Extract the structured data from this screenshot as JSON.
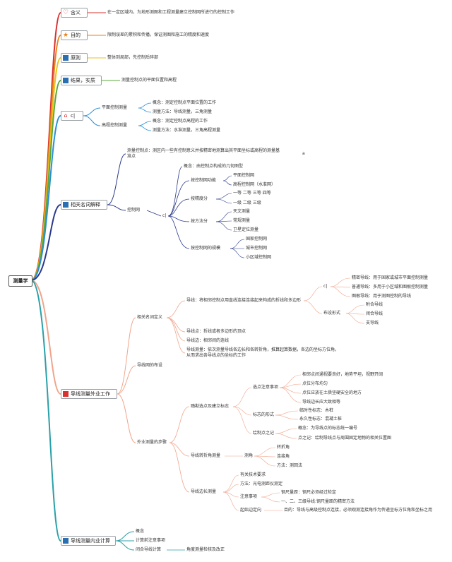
{
  "root": "测量学",
  "branches": {
    "hanyi": {
      "label": "含义",
      "icon": "heart-icon",
      "desc": "在一定区域内，为地形测图和工程测量建立控制网所进行的控制工作"
    },
    "mudi": {
      "label": "目的",
      "icon": "star-icon",
      "desc": "限制误差的累积和传播，保证测图和施工的精度和速度"
    },
    "yuanze": {
      "label": "原则",
      "icon": "blue-square-icon",
      "desc": "整体到局部，先控制后碎部"
    },
    "jieguo": {
      "label": "结果，实质",
      "icon": "blue-square-icon",
      "desc": "测量控制点的平面位置和高程"
    },
    "home": {
      "label": "c|",
      "icon": "home-icon",
      "items": [
        {
          "label": "平面控制测量",
          "sub": [
            "概念：测定控制点平面位置的工作",
            "测量方法：导线测量，三角测量"
          ]
        },
        {
          "label": "高程控制测量",
          "sub": [
            "概念：测定控制点高程的工作",
            "测量方法：水准测量，三角高程测量"
          ]
        }
      ]
    },
    "xiangguan": {
      "label": "相关名词解释",
      "icon": "blue-square-icon",
      "kzd": "测量控制点：测区内一些有控制意义并按精密地测算出其平面坐标或高程的测量基准点",
      "kzd_marker": "a",
      "kzw": "控制网",
      "kzw_marker": "c|",
      "gainian": "概念：由控制点构成的几何图型",
      "groups": [
        {
          "label": "按控制网功能",
          "items": [
            "平面控制网",
            "高程控制网（水准网）"
          ]
        },
        {
          "label": "按精度分",
          "items": [
            "一等 二等 三等 四等",
            "一级 二级 三级"
          ]
        },
        {
          "label": "按方法分",
          "items": [
            "天文测量",
            "常规测量",
            "卫星定位测量"
          ]
        },
        {
          "label": "按控制网的规模",
          "items": [
            "国家控制网",
            "城市控制网",
            "小区域控制网"
          ]
        }
      ]
    },
    "waiye": {
      "label": "导线测量外业工作",
      "icon": "red-square-icon",
      "xgmc": "相关名词定义",
      "daoxian": "导线：将相邻控制点用直线连接连接起来构成的折线和多边形",
      "dx_marker": "c|",
      "kinds": [
        "精密导线：用于国家或城市平面控制测量",
        "普通导线：多用于小区域和图根控制测量",
        "图根导线：用于测图控制的导线"
      ],
      "buzhe": "布设形式",
      "forms": [
        "附合导线",
        "闭合导线",
        "支导线"
      ],
      "dxd": "导线点：折线或者多边形的顶点",
      "dxb": "导线边：相邻间的连线",
      "dxcl": "导线测量：依次测量导线各边长和各转折角，推算起算数据，各边的坐标方位角，从而求出各导线点的坐标的工作",
      "buzhi": "导线网的布设",
      "buzhou": "外业测量的步骤",
      "taxuan": "踏勘选点及建立标志",
      "xdzy": "选点注意事项",
      "xdzy_items": [
        "相邻点间通视要良好，地势平坦，视野开阔",
        "点位分布均匀",
        "点位应放在土质坚硬安全的地方",
        "导线边长应大致相等"
      ],
      "bzxs": "标志的形式",
      "bzxs_items": [
        "临时性标志：木桩",
        "永久性标志：混凝土桩"
      ],
      "hzd": "绘制点之记",
      "hzd_items": [
        "概念：为导线点的标志统一编号",
        "点之记：绘制导线点与周围固定地物的相关位置图"
      ],
      "zhejiao": "导线转折角测量",
      "cejiao": "测角",
      "cejiao_items": [
        "转折角",
        "连接角",
        "方法：测回法"
      ],
      "bianchang": "导线边长测量",
      "bc_items": [
        "有关技术要求",
        "方法：光电测距仪测定"
      ],
      "zysx": "注意事项",
      "zysx_items": [
        "钢尺量距：钢尺必须经过检定",
        "一、二、三级导线:钢尺量距的精密方法"
      ],
      "qsdx": "起始边定向",
      "qsdx_desc": "目的：导线与高级控制点连接，必须观测连接角作为传递坐标方位角和坐标之用"
    },
    "neiye": {
      "label": "导线测量内业计算",
      "icon": "blue-square-icon",
      "items": [
        "概念",
        "计算前注意事项",
        "闭合导线计算"
      ],
      "jiaodu": "角度测量检核及改正"
    }
  },
  "colors": {
    "red": "#d9312f",
    "orange": "#e6851c",
    "yellow": "#e8c21c",
    "green": "#5aa83a",
    "purple": "#8c3aa8",
    "blue": "#2b8fd6",
    "navy": "#2a3a8a",
    "salmon": "#f0a58c",
    "teal": "#2aa0a8"
  }
}
